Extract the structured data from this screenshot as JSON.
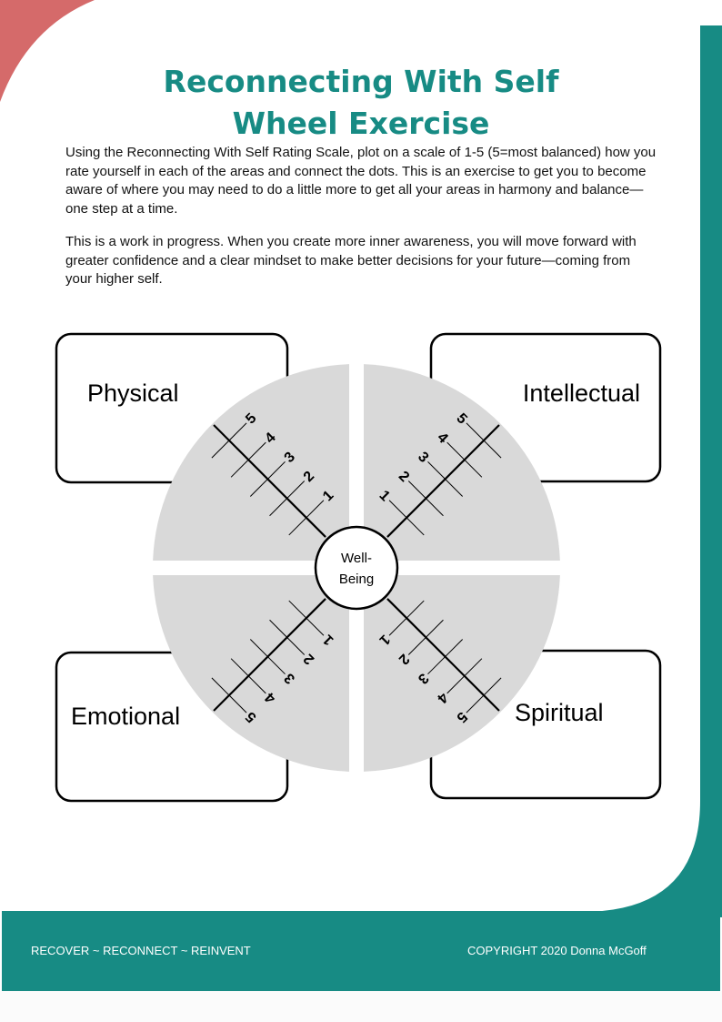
{
  "header": {
    "title_line1": "Reconnecting With Self",
    "title_line2": "Wheel Exercise"
  },
  "intro": {
    "paragraph1": "Using the Reconnecting With Self Rating Scale, plot on a scale of 1-5 (5=most balanced) how you rate yourself in each of the areas and connect the dots. This is an exercise to get you to become aware of where you may need to do a little more to get all your areas in harmony and balance—one step at a time.",
    "paragraph2": "This is a work in progress. When you create more inner awareness, you will move forward with greater confidence and a clear mindset to make better decisions for your future—coming from your higher self."
  },
  "wheel": {
    "center_line1": "Well-",
    "center_line2": "Being",
    "areas": {
      "physical": "Physical",
      "intellectual": "Intellectual",
      "emotional": "Emotional",
      "spiritual": "Spiritual"
    },
    "scale": [
      "1",
      "2",
      "3",
      "4",
      "5"
    ]
  },
  "footer": {
    "left": "RECOVER ~ RECONNECT  ~ REINVENT",
    "right": "COPYRIGHT  2020  Donna McGoff"
  },
  "colors": {
    "teal": "#178b84",
    "accent": "#d56a6a",
    "wheel_fill": "#d9d9d9"
  }
}
